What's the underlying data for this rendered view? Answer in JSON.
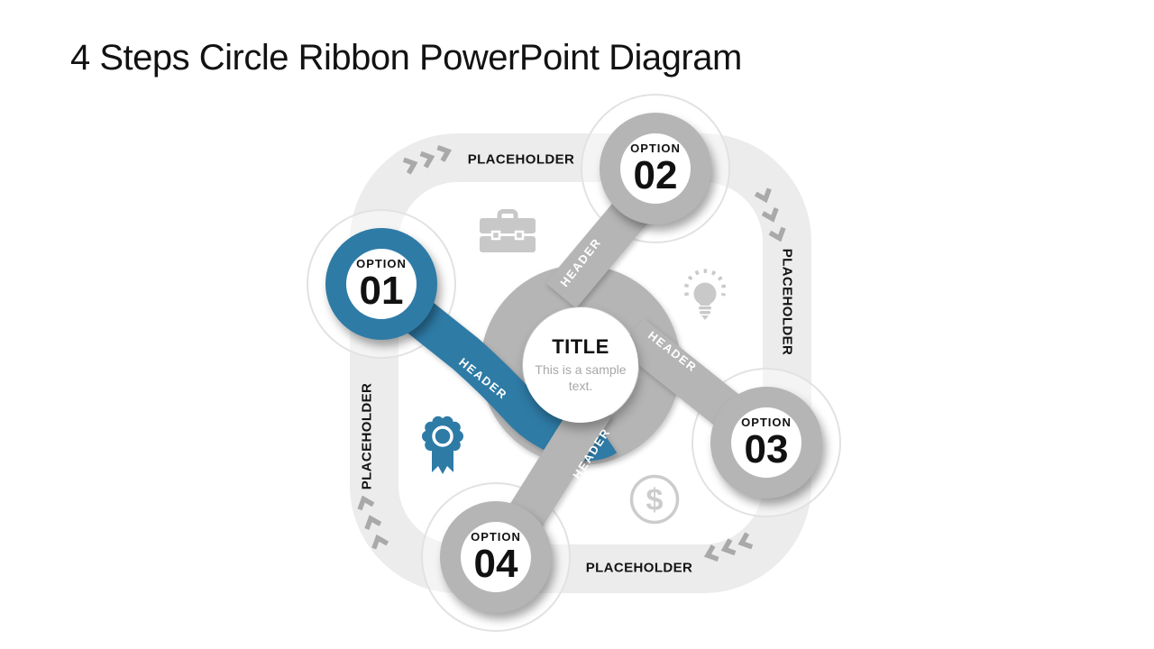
{
  "slide": {
    "title": "4 Steps Circle Ribbon PowerPoint Diagram",
    "background": "#ffffff"
  },
  "center": {
    "title": "TITLE",
    "subtitle": "This is a sample text."
  },
  "options": [
    {
      "label": "OPTION",
      "number": "01",
      "header": "HEADER",
      "ring_color": "#2e7ba6",
      "position": "left"
    },
    {
      "label": "OPTION",
      "number": "02",
      "header": "HEADER",
      "ring_color": "#b5b5b5",
      "position": "top"
    },
    {
      "label": "OPTION",
      "number": "03",
      "header": "HEADER",
      "ring_color": "#b5b5b5",
      "position": "right"
    },
    {
      "label": "OPTION",
      "number": "04",
      "header": "HEADER",
      "ring_color": "#b5b5b5",
      "position": "bottom"
    }
  ],
  "placeholders": {
    "top": "PLACEHOLDER",
    "right": "PLACEHOLDER",
    "bottom": "PLACEHOLDER",
    "left": "PLACEHOLDER"
  },
  "icons": [
    {
      "name": "briefcase-icon",
      "color": "#c8c8c8"
    },
    {
      "name": "lightbulb-icon",
      "color": "#c9c9c9"
    },
    {
      "name": "award-badge-icon",
      "color": "#2e7ba6"
    },
    {
      "name": "dollar-icon",
      "color": "#cccccc"
    },
    {
      "name": "chevron-flow-icons",
      "color": "#a9a9a9",
      "direction": "clockwise"
    }
  ],
  "colors": {
    "accent_blue": "#2e7ba6",
    "ribbon_gray": "#b5b5b5",
    "band_gray": "#ececec",
    "text_black": "#111111",
    "muted_text": "#a8a8a8"
  }
}
